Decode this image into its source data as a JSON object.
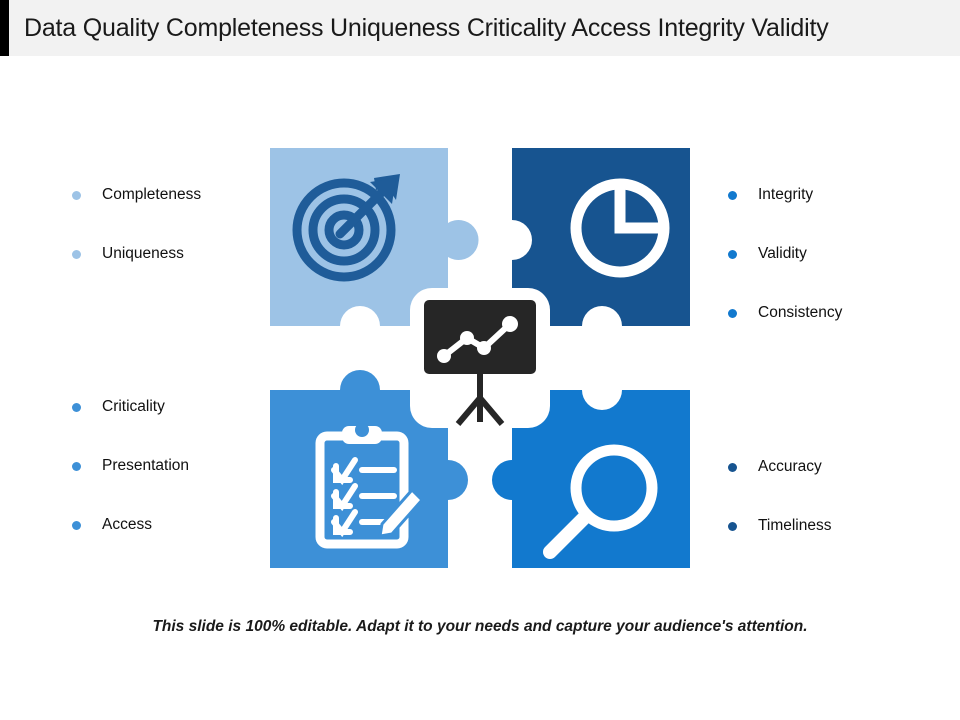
{
  "header": {
    "title": "Data Quality Completeness Uniqueness Criticality Access Integrity Validity",
    "accent_color": "#000000",
    "background_color": "#f2f2f2"
  },
  "palette": {
    "light_blue": "#9dc3e6",
    "medium_blue": "#3d90d7",
    "bright_blue": "#1279ce",
    "dark_blue": "#175490",
    "icon_dark_blue": "#1f5c99",
    "board_dark": "#262626",
    "white": "#ffffff"
  },
  "diagram": {
    "type": "four-piece-jigsaw",
    "center_icon": "presentation-line-chart-icon",
    "pieces": [
      {
        "id": "top-left",
        "icon": "target-dartboard-arrow-icon",
        "fill": "#9dc3e6",
        "icon_color": "#1f5c99",
        "labels": [
          "Completeness",
          "Uniqueness"
        ]
      },
      {
        "id": "top-right",
        "icon": "clock-icon",
        "fill": "#175490",
        "icon_color": "#ffffff",
        "labels": [
          "Integrity",
          "Validity",
          "Consistency"
        ]
      },
      {
        "id": "bottom-left",
        "icon": "clipboard-checklist-pencil-icon",
        "fill": "#3d90d7",
        "icon_color": "#ffffff",
        "labels": [
          "Criticality",
          "Presentation",
          "Access"
        ]
      },
      {
        "id": "bottom-right",
        "icon": "magnifying-glass-icon",
        "fill": "#1279ce",
        "icon_color": "#ffffff",
        "labels": [
          "Accuracy",
          "Timeliness"
        ]
      }
    ]
  },
  "labels": {
    "left_top": [
      {
        "text": "Completeness",
        "bullet_color": "#9dc3e6"
      },
      {
        "text": "Uniqueness",
        "bullet_color": "#9dc3e6"
      }
    ],
    "left_bottom": [
      {
        "text": "Criticality",
        "bullet_color": "#3d90d7"
      },
      {
        "text": "Presentation",
        "bullet_color": "#3d90d7"
      },
      {
        "text": "Access",
        "bullet_color": "#3d90d7"
      }
    ],
    "right_top": [
      {
        "text": "Integrity",
        "bullet_color": "#1279ce"
      },
      {
        "text": "Validity",
        "bullet_color": "#1279ce"
      },
      {
        "text": "Consistency",
        "bullet_color": "#1279ce"
      }
    ],
    "right_bottom": [
      {
        "text": "Accuracy",
        "bullet_color": "#175490"
      },
      {
        "text": "Timeliness",
        "bullet_color": "#175490"
      }
    ]
  },
  "footer": {
    "note": "This slide is 100% editable. Adapt it to your needs and capture your audience's attention."
  }
}
